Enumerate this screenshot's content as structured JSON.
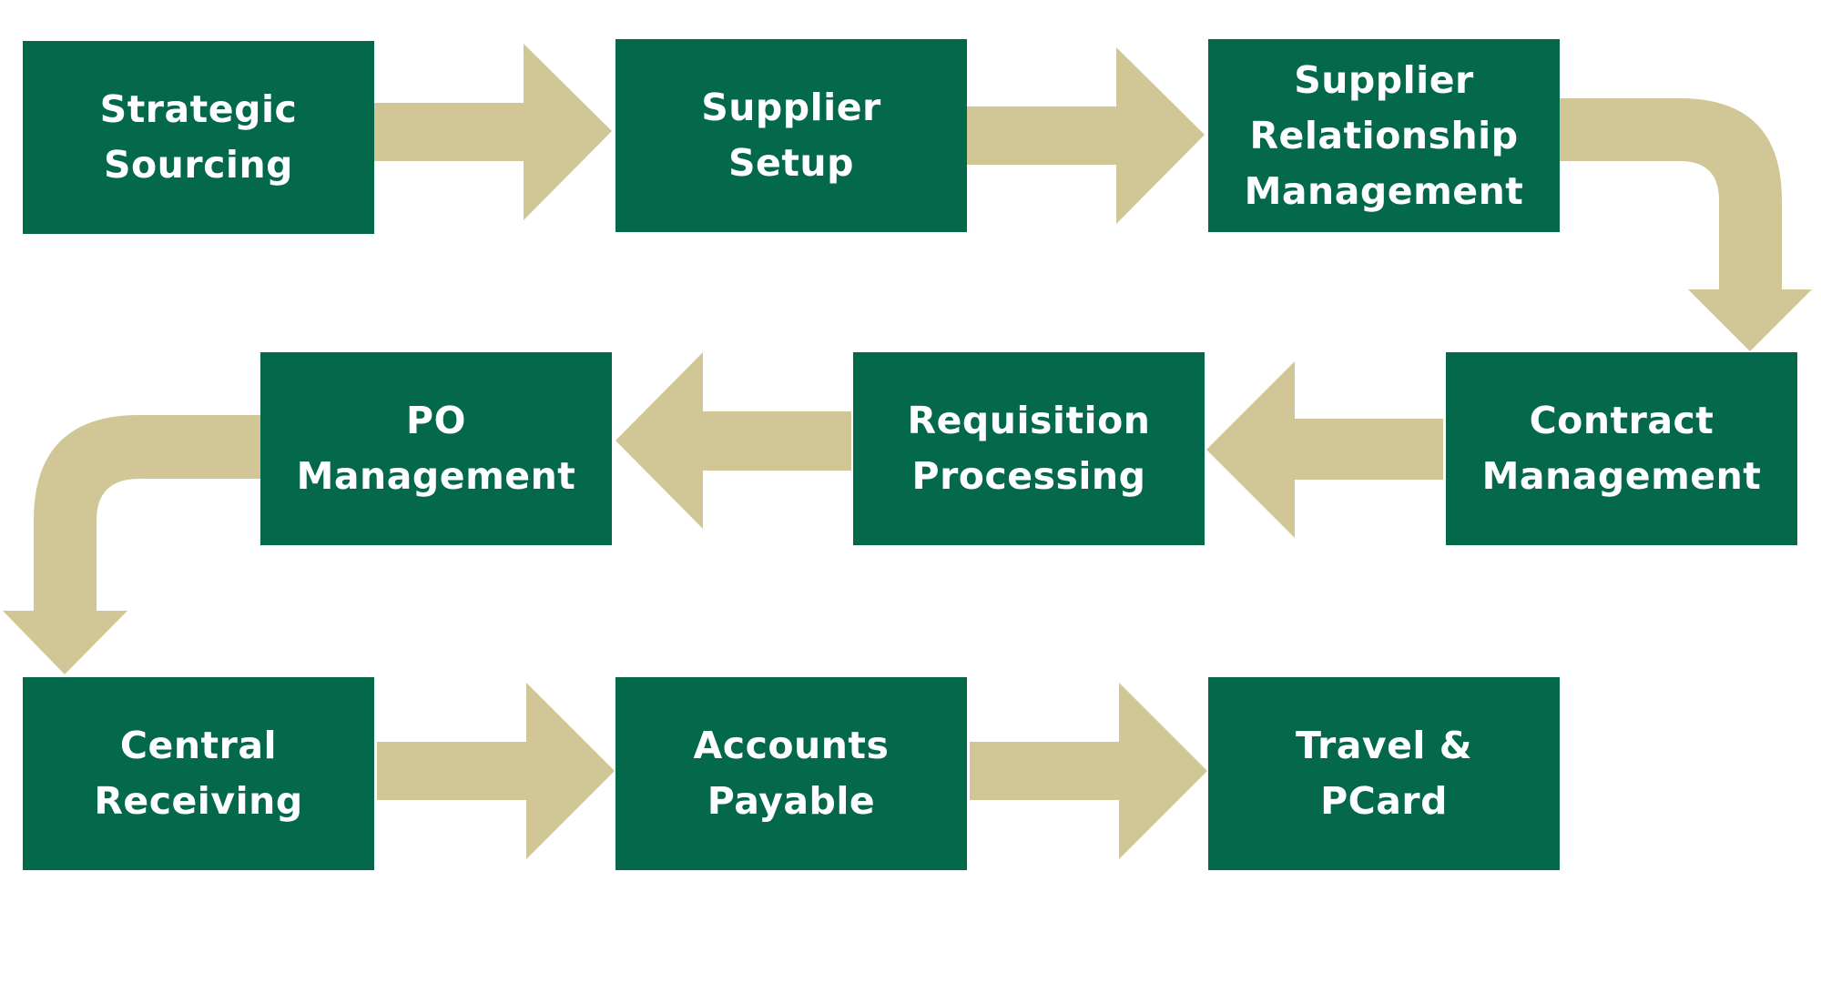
{
  "colors": {
    "box_fill": "#04684a",
    "box_text": "#ffffff",
    "arrow_fill": "#d0c696",
    "background": "#ffffff"
  },
  "steps": [
    {
      "label": "Strategic\nSourcing"
    },
    {
      "label": "Supplier\nSetup"
    },
    {
      "label": "Supplier\nRelationship\nManagement"
    },
    {
      "label": "Contract\nManagement"
    },
    {
      "label": "Requisition\nProcessing"
    },
    {
      "label": "PO\nManagement"
    },
    {
      "label": "Central\nReceiving"
    },
    {
      "label": "Accounts\nPayable"
    },
    {
      "label": "Travel &\nPCard"
    }
  ]
}
